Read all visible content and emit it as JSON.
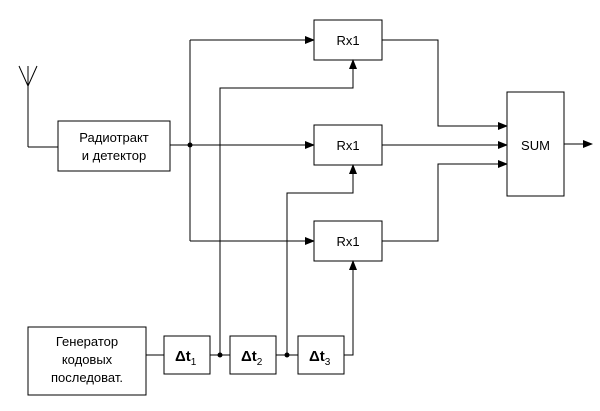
{
  "blocks": {
    "radiotract": {
      "line1": "Радиотракт",
      "line2": "и детектор"
    },
    "generator": {
      "line1": "Генератор",
      "line2": "кодовых",
      "line3": "последоват."
    },
    "rx1_top": {
      "label": "Rx1"
    },
    "rx1_mid": {
      "label": "Rx1"
    },
    "rx1_bot": {
      "label": "Rx1"
    },
    "sum": {
      "label": "SUM"
    },
    "delays": [
      {
        "symbol": "Δt",
        "sub": "1"
      },
      {
        "symbol": "Δt",
        "sub": "2"
      },
      {
        "symbol": "Δt",
        "sub": "3"
      }
    ]
  }
}
